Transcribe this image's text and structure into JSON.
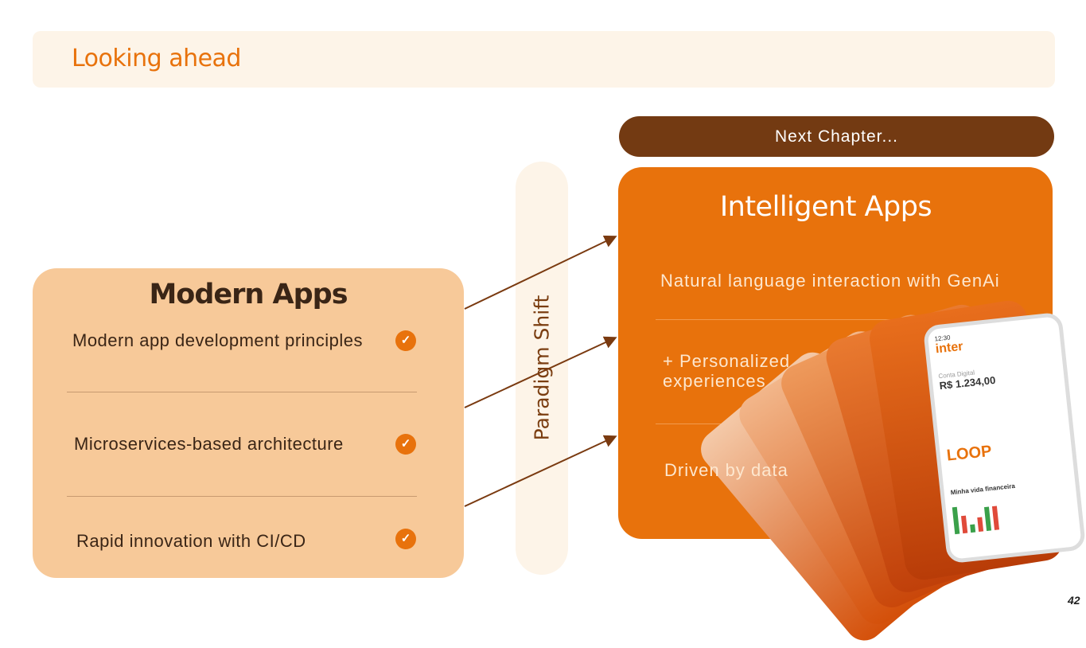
{
  "header": {
    "title": "Looking ahead"
  },
  "modern": {
    "title": "Modern Apps",
    "items": [
      {
        "label": "Modern app development principles",
        "icon": "check-circle-icon"
      },
      {
        "label": "Microservices-based architecture",
        "icon": "check-circle-icon"
      },
      {
        "label": "Rapid innovation with CI/CD",
        "icon": "check-circle-icon"
      }
    ]
  },
  "paradigm": {
    "label": "Paradigm Shift"
  },
  "next": {
    "label": "Next Chapter..."
  },
  "intelligent": {
    "title": "Intelligent Apps",
    "items": [
      "Natural language interaction with GenAi",
      "+ Personalized",
      "experiences",
      "Driven by data"
    ]
  },
  "phone": {
    "time": "12:30",
    "brand": "inter",
    "balance_label": "Conta Digital",
    "balance": "R$ 1.234,00",
    "promo": "LOOP",
    "section": "Minha vida financeira"
  },
  "colors": {
    "accent": "#e8720c",
    "brown": "#733a12",
    "peach": "#f7c999",
    "cream": "#fdf4e8"
  },
  "page_number": "42"
}
